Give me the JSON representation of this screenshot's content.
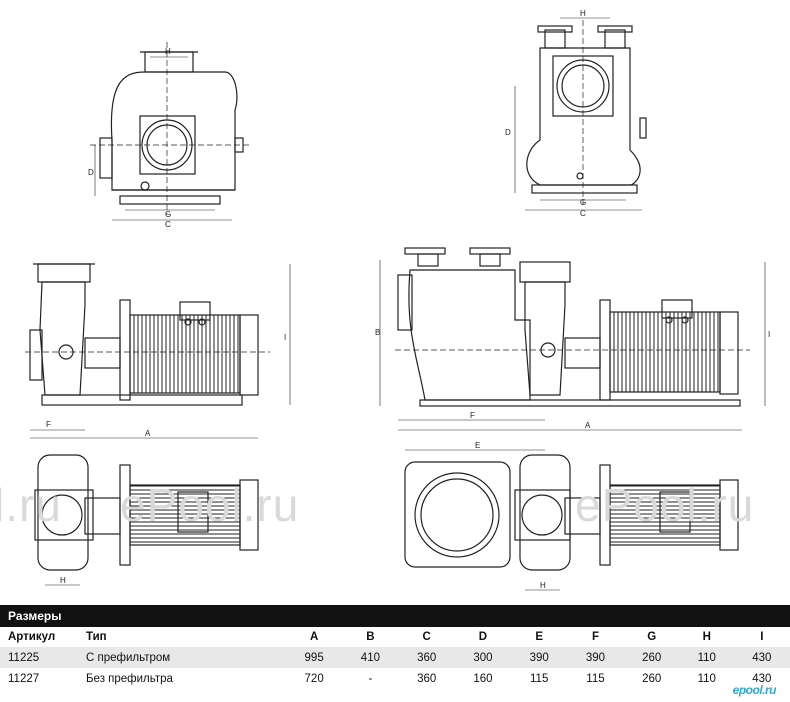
{
  "watermark": {
    "left": "l.ru",
    "middle": "ePool.ru",
    "right": "ePool.ru"
  },
  "labels": {
    "A": "A",
    "B": "B",
    "C": "C",
    "D": "D",
    "E": "E",
    "F": "F",
    "G": "G",
    "H": "H",
    "I": "I"
  },
  "table": {
    "title": "Размеры",
    "headers": [
      "Артикул",
      "Тип",
      "A",
      "B",
      "C",
      "D",
      "E",
      "F",
      "G",
      "H",
      "I"
    ],
    "rows": [
      [
        "11225",
        "С префильтром",
        "995",
        "410",
        "360",
        "300",
        "390",
        "390",
        "260",
        "110",
        "430"
      ],
      [
        "11227",
        "Без префильтра",
        "720",
        "-",
        "360",
        "160",
        "115",
        "115",
        "260",
        "110",
        "430"
      ]
    ]
  },
  "logo": "epool.ru"
}
